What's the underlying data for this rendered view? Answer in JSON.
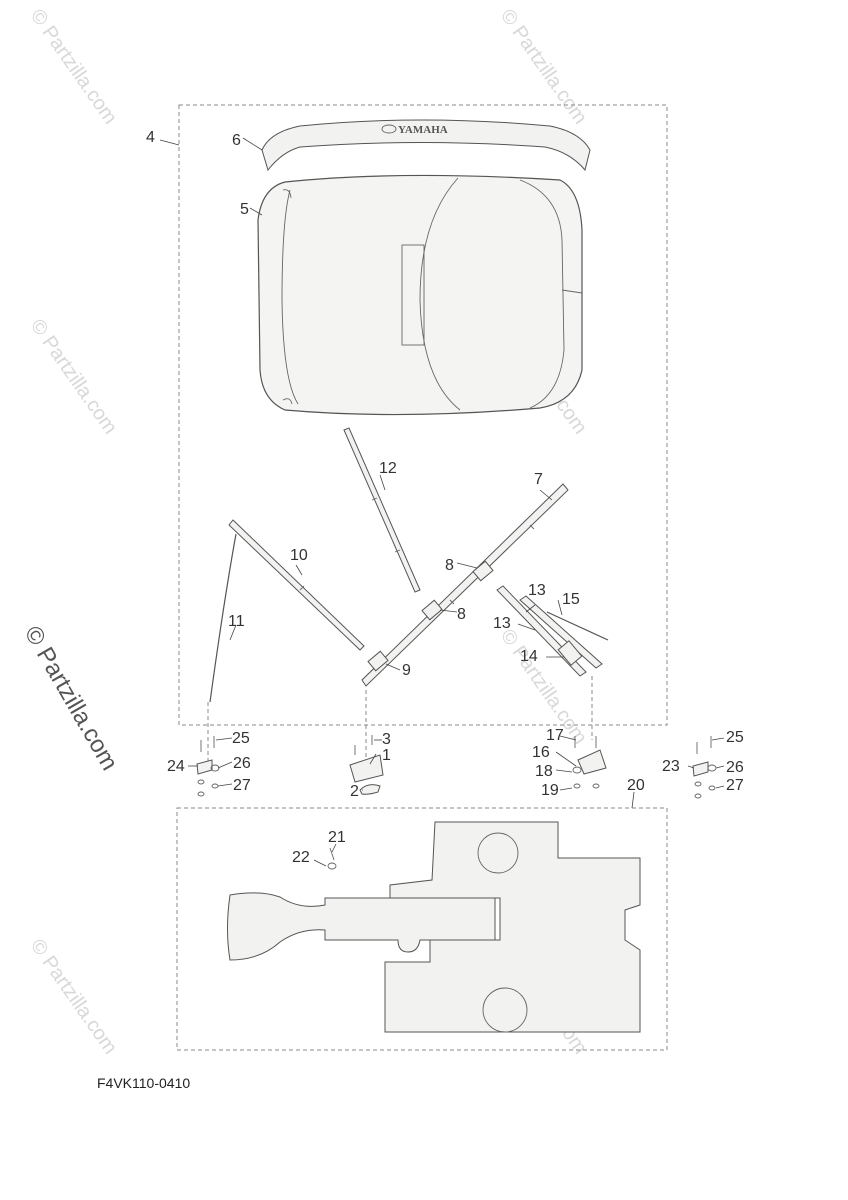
{
  "watermark": "© Partzilla.com",
  "logo_text": "YAMAHA",
  "diagram_code": "F4VK110-0410",
  "callouts": [
    "1",
    "2",
    "3",
    "4",
    "5",
    "6",
    "7",
    "8",
    "8",
    "9",
    "10",
    "11",
    "12",
    "13",
    "13",
    "14",
    "15",
    "16",
    "17",
    "18",
    "19",
    "20",
    "21",
    "22",
    "23",
    "24",
    "25",
    "25",
    "26",
    "26",
    "27",
    "27"
  ]
}
